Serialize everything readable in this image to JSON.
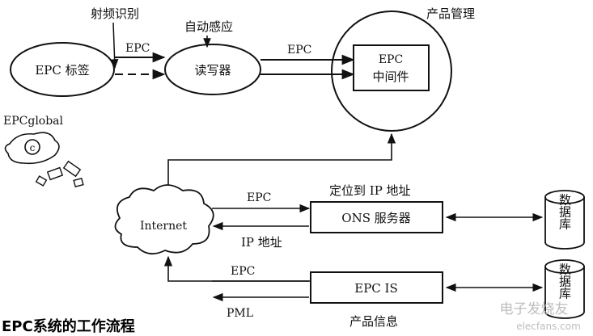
{
  "nodes": {
    "epc_tag": "EPC 标签",
    "reader": "读写器",
    "middleware_line1": "EPC",
    "middleware_line2": "中间件",
    "internet": "Internet",
    "ons_server": "ONS 服务器",
    "epc_is": "EPC IS",
    "db1": "数据库",
    "db2": "数据库",
    "epcglobal": "EPCglobal"
  },
  "labels": {
    "rf_identify": "射频识别",
    "auto_sense": "自动感应",
    "product_mgmt": "产品管理",
    "epc_tag_to_reader": "EPC",
    "epc_reader_to_mw": "EPC",
    "locate_ip": "定位到 IP 地址",
    "epc_to_ons": "EPC",
    "ip_address": "IP 地址",
    "epc_to_is": "EPC",
    "pml": "PML",
    "product_info": "产品信息"
  },
  "caption": "EPC系统的工作流程",
  "watermark": "电子发烧友",
  "watermark_url": "elecfans.com"
}
